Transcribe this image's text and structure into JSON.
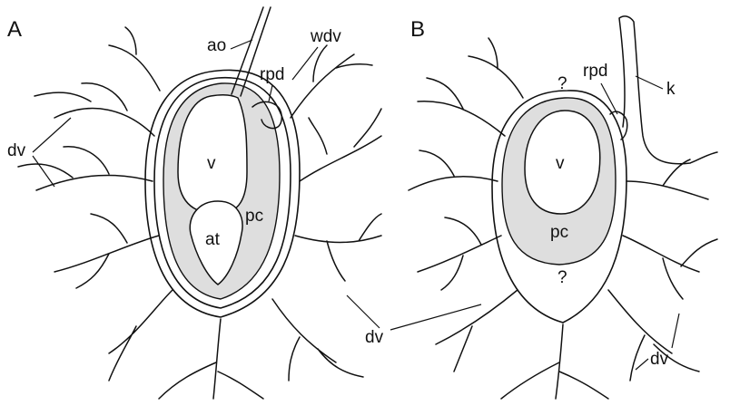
{
  "panels": {
    "a": {
      "letter": "A",
      "labels": {
        "ao": "ao",
        "wdv": "wdv",
        "rpd": "rpd",
        "dv": "dv",
        "v": "v",
        "pc": "pc",
        "at": "at"
      }
    },
    "b": {
      "letter": "B",
      "labels": {
        "q_top": "?",
        "rpd": "rpd",
        "k": "k",
        "v": "v",
        "pc": "pc",
        "q_bottom": "?"
      }
    },
    "shared": {
      "dv_bottom_a": "dv",
      "dv_bottom_b": "dv"
    }
  },
  "colors": {
    "ink": "#111111",
    "pericardium_fill": "#dedede",
    "background": "#ffffff"
  }
}
